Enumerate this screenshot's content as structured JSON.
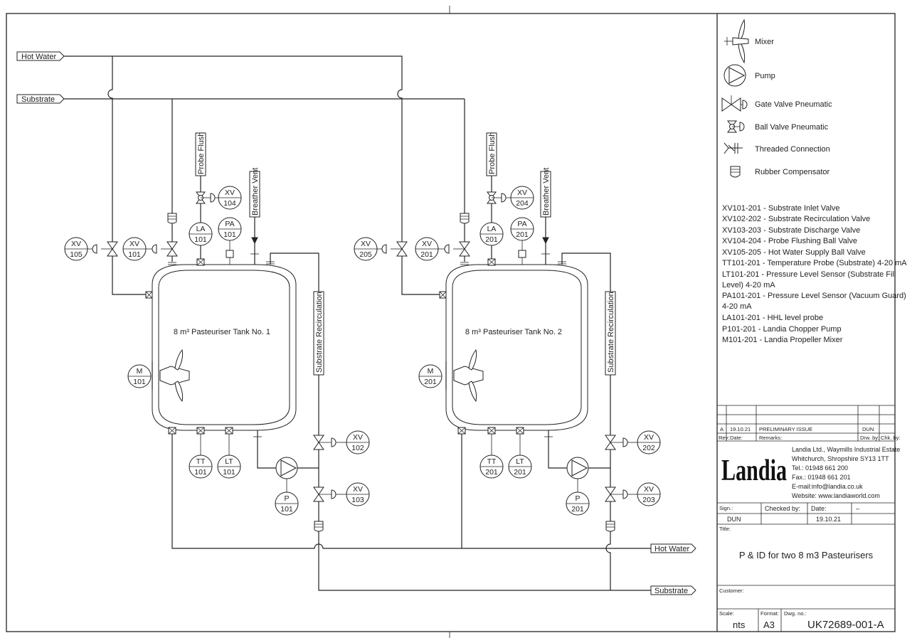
{
  "streams": {
    "hot_water_in": "Hot Water",
    "substrate_in": "Substrate",
    "hot_water_out": "Hot Water",
    "substrate_out": "Substrate"
  },
  "tanks": [
    {
      "label": "8 m³ Pasteuriser  Tank No. 1",
      "probe_flush": "Probe Flush",
      "breather_vent": "Breather Vent",
      "recirculation": "Substrate Recirculation",
      "instruments": {
        "xv_hw": [
          "XV",
          "105"
        ],
        "xv_in": [
          "XV",
          "101"
        ],
        "xv_flush": [
          "XV",
          "104"
        ],
        "la": [
          "LA",
          "101"
        ],
        "pa": [
          "PA",
          "101"
        ],
        "m": [
          "M",
          "101"
        ],
        "tt": [
          "TT",
          "101"
        ],
        "lt": [
          "LT",
          "101"
        ],
        "xv_recirc": [
          "XV",
          "102"
        ],
        "xv_disch": [
          "XV",
          "103"
        ],
        "p": [
          "P",
          "101"
        ]
      }
    },
    {
      "label": "8 m³ Pasteuriser  Tank No. 2",
      "probe_flush": "Probe Flush",
      "breather_vent": "Breather Vent",
      "recirculation": "Substrate Recirculation",
      "instruments": {
        "xv_hw": [
          "XV",
          "205"
        ],
        "xv_in": [
          "XV",
          "201"
        ],
        "xv_flush": [
          "XV",
          "204"
        ],
        "la": [
          "LA",
          "201"
        ],
        "pa": [
          "PA",
          "201"
        ],
        "m": [
          "M",
          "201"
        ],
        "tt": [
          "TT",
          "201"
        ],
        "lt": [
          "LT",
          "201"
        ],
        "xv_recirc": [
          "XV",
          "202"
        ],
        "xv_disch": [
          "XV",
          "203"
        ],
        "p": [
          "P",
          "201"
        ]
      }
    }
  ],
  "legend": {
    "symbols": [
      "Mixer",
      "Pump",
      "Gate Valve Pneumatic",
      "Ball Valve Pneumatic",
      "Threaded Connection",
      "Rubber Compensator"
    ],
    "descriptions": [
      "XV101-201 - Substrate Inlet Valve",
      "XV102-202 - Substrate Recirculation Valve",
      "XV103-203 - Substrate Discharge Valve",
      "XV104-204 - Probe Flushing Ball Valve",
      "XV105-205 - Hot Water Supply Ball Valve",
      "TT101-201 - Temperature Probe (Substrate) 4-20 mA",
      "LT101-201 - Pressure Level Sensor (Substrate Fill",
      "Level) 4-20 mA",
      "PA101-201 - Pressure Level Sensor (Vacuum Guard)",
      "4-20 mA",
      "LA101-201 - HHL level probe",
      "P101-201 - Landia Chopper Pump",
      "M101-201 - Landia Propeller Mixer"
    ]
  },
  "revision": {
    "rev": "A",
    "date": "19.10.21",
    "remarks": "PRELIMINARY ISSUE",
    "drawn_by": "DUN",
    "col_rev": "Rev:",
    "col_date": "Date:",
    "col_remarks": "Remarks:",
    "col_drw": "Drw. by:",
    "col_chk": "Chk. by:"
  },
  "company": {
    "logo": "Landia",
    "lines": [
      "Landia Ltd., Waymills Industrial Estate",
      "Whitchurch, Shropshire SY13 1TT",
      "Tel.: 01948 661 200",
      "Fax.: 01948 661 201",
      "E-mail:info@landia.co.uk",
      "Website: www.landiaworld.com"
    ]
  },
  "signoff": {
    "sign_label": "Sign.:",
    "sign_value": "DUN",
    "checked_label": "Checked by:",
    "date_label": "Date:",
    "date_value": "19.10.21",
    "dash": "–"
  },
  "title_block": {
    "title_label": "Title:",
    "title": "P & ID for two 8 m3 Pasteurisers",
    "customer_label": "Customer:",
    "scale_label": "Scale:",
    "scale": "nts",
    "format_label": "Format:",
    "format": "A3",
    "dwg_label": "Dwg. no.:",
    "dwg_no": "UK72689-001-A"
  }
}
